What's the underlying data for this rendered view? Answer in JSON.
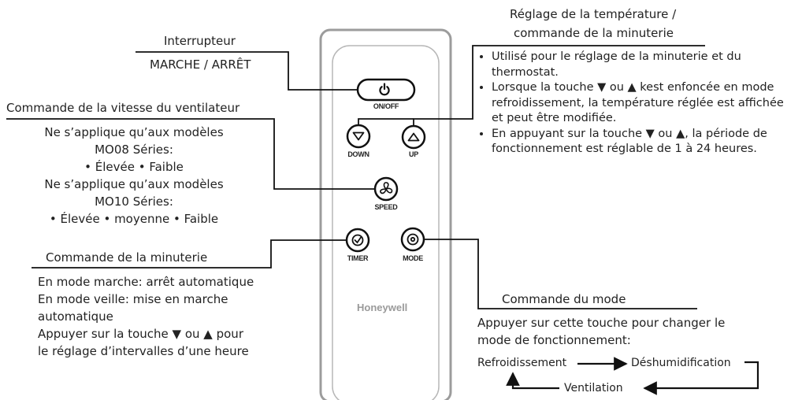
{
  "remote": {
    "brand": "Honeywell",
    "buttons": {
      "onoff": "ON/OFF",
      "down": "DOWN",
      "up": "UP",
      "speed": "SPEED",
      "timer": "TIMER",
      "mode": "MODE"
    }
  },
  "power": {
    "title_line1": "Interrupteur",
    "title_line2": "MARCHE / ARRÊT"
  },
  "temperature": {
    "title_line1": "Réglage de la température /",
    "title_line2": "commande de la minuterie",
    "bullets": [
      "Utilisé pour le réglage de la minuterie et du thermostat.",
      "Lorsque la touche ▼ ou ▲ kest enfoncée en mode refroidissement, la température réglée est affichée et peut être modifiée.",
      "En appuyant sur la touche ▼ ou ▲, la période de fonctionnement est réglable de 1 à 24 heures."
    ]
  },
  "fan_speed": {
    "title": "Commande de la vitesse du ventilateur",
    "lines": [
      "Ne s’applique qu’aux modèles",
      "MO08 Séries:",
      "• Élevée • Faible",
      "Ne s’applique qu’aux modèles",
      "MO10 Séries:",
      "• Élevée •  moyenne • Faible"
    ]
  },
  "timer": {
    "title": "Commande de la minuterie",
    "lines": [
      "En mode marche: arrêt automatique",
      "En mode veille: mise en marche",
      "automatique",
      "Appuyer sur la touche ▼ ou ▲ pour",
      "le réglage d’intervalles d’une heure"
    ]
  },
  "mode": {
    "title": "Commande du mode",
    "lines": [
      "Appuyer sur cette touche pour changer le",
      "mode de fonctionnement:"
    ],
    "cycle": {
      "cooling": "Refroidissement",
      "dehumidify": "Déshumidification",
      "fan": "Ventilation"
    }
  }
}
